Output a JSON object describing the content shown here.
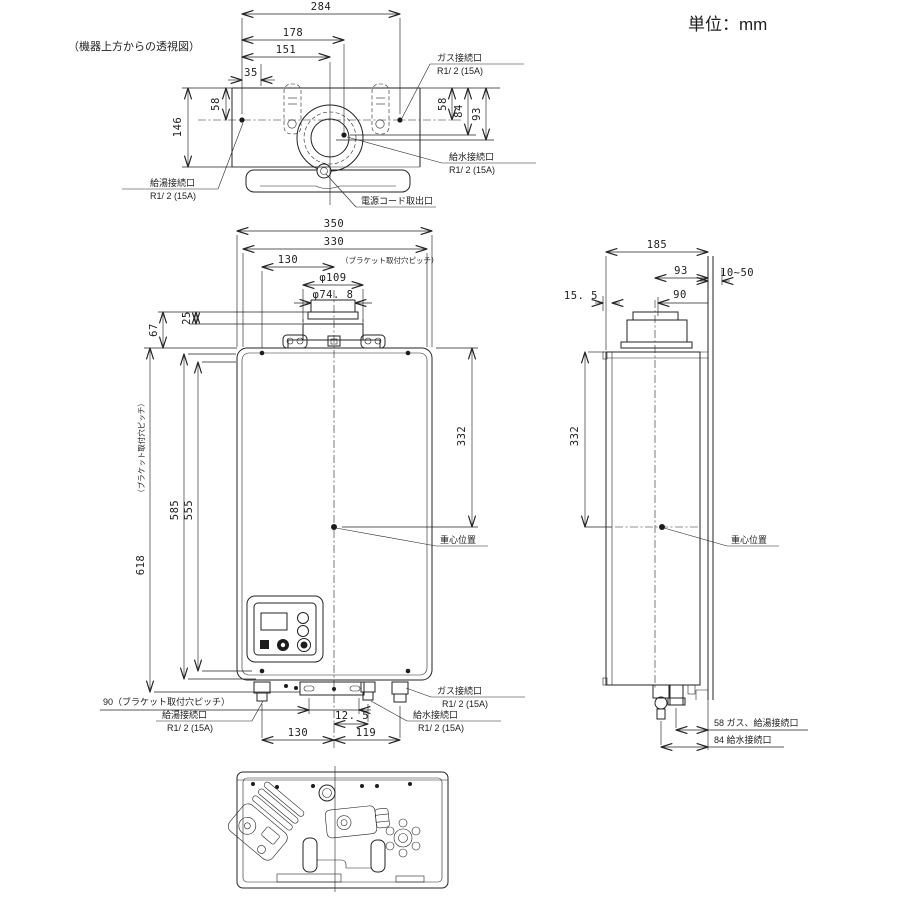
{
  "units": "単位：mm",
  "top": {
    "caption": "（機器上方からの透視図）",
    "d284": "284",
    "d178": "178",
    "d151": "151",
    "d35": "35",
    "d146": "146",
    "d58l": "58",
    "d58r": "58",
    "d84": "84",
    "d93": "93",
    "gas": "ガス接続口",
    "gas_size": "R1/ 2 (15A)",
    "hot": "給湯接続口",
    "hot_size": "R1/ 2 (15A)",
    "cold": "給水接続口",
    "cold_size": "R1/ 2 (15A)",
    "cord": "電源コード取出口"
  },
  "front": {
    "d350": "350",
    "d330": "330",
    "d130t": "130",
    "note_pitch": "（ブラケット取付穴ピッチ）",
    "d109": "φ109",
    "d748": "φ74. 8",
    "d25": "25",
    "d67": "67",
    "d618": "618",
    "d585": "585",
    "d555": "555",
    "note_pitch_v": "（ブラケット取付穴ピッチ）",
    "d332": "332",
    "cog": "重心位置",
    "d90note": "90（ブラケット取付穴ピッチ）",
    "d125": "12. 5",
    "d130b": "130",
    "d119": "119",
    "gas": "ガス接続口",
    "gas_size": "R1/ 2 (15A)",
    "hot": "給湯接続口",
    "hot_size": "R1/ 2 (15A)",
    "cold": "給水接続口",
    "cold_size": "R1/ 2 (15A)"
  },
  "side": {
    "d185": "185",
    "d93": "93",
    "d1050": "10~50",
    "d155": "15. 5",
    "d90": "90",
    "d332": "332",
    "cog": "重心位置",
    "d58": "58 ガス、給湯接続口",
    "d84": "84 給水接続口"
  }
}
